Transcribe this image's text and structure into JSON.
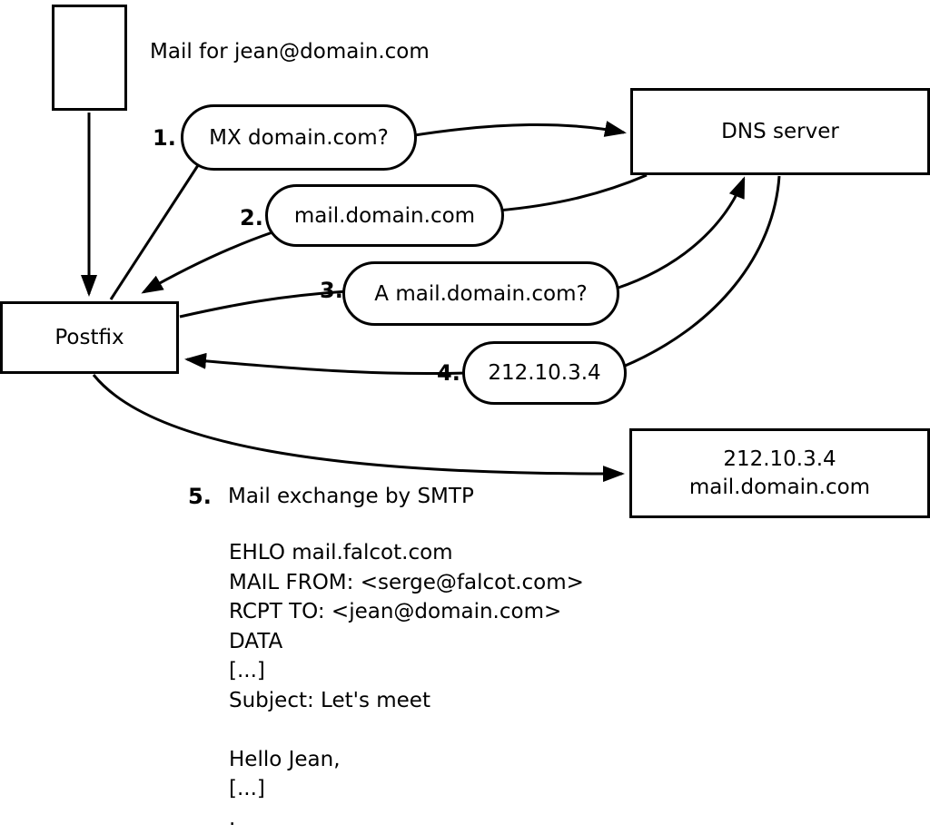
{
  "diagram": {
    "mail_label": "Mail for jean@domain.com",
    "nodes": {
      "postfix": "Postfix",
      "dns_server": "DNS server",
      "mail_server_line1": "212.10.3.4",
      "mail_server_line2": "mail.domain.com"
    },
    "steps": [
      {
        "num": "1.",
        "label": "MX domain.com?"
      },
      {
        "num": "2.",
        "label": "mail.domain.com"
      },
      {
        "num": "3.",
        "label": "A mail.domain.com?"
      },
      {
        "num": "4.",
        "label": "212.10.3.4"
      },
      {
        "num": "5.",
        "label": "Mail exchange by SMTP"
      }
    ],
    "smtp": {
      "lines": [
        "EHLO mail.falcot.com",
        "MAIL FROM: <serge@falcot.com>",
        "RCPT TO: <jean@domain.com>",
        "DATA",
        "[...]",
        "Subject: Let's meet",
        "",
        "Hello Jean,",
        "[...]",
        "."
      ]
    },
    "colors": {
      "stroke": "#000000",
      "background": "#ffffff"
    }
  }
}
